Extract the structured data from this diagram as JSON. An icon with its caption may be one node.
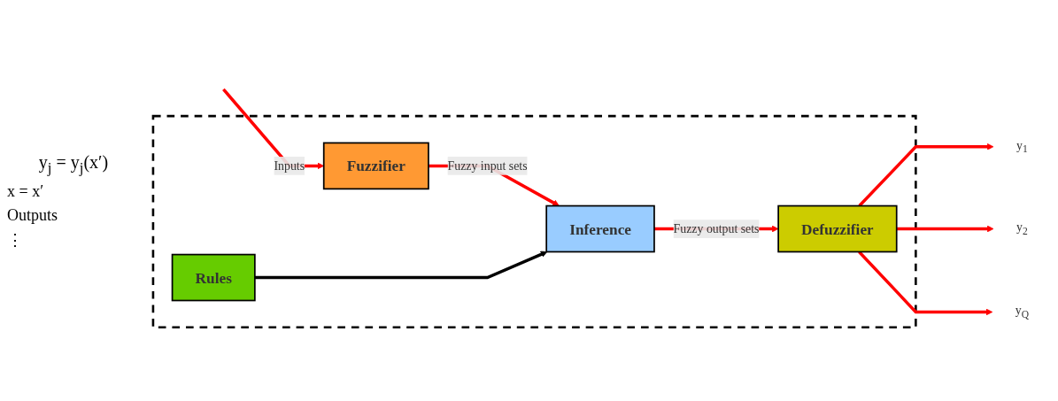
{
  "diagram": {
    "nodes": [
      {
        "text": [],
        "shape": "box",
        "beside": [
          "y$_{j}$ = y$_{j}$(x′)"
        ]
      },
      {
        "text": [
          "Rules"
        ],
        "in": 0
      },
      {
        "text": [
          "Fuzzifier"
        ],
        "in": 0
      },
      {
        "text": [
          "Defuzzifier"
        ],
        "in": 0
      },
      {
        "text": [
          "Inference"
        ],
        "in": 0
      },
      {
        "text": [
          "y$_{1}$"
        ]
      },
      {
        "text": [
          "y$_{2}$"
        ]
      },
      {
        "text": [
          "y$_{Q}$"
        ]
      }
    ],
    "edges": [
      {
        "from": null,
        "to": 2,
        "arrow": "to",
        "label": "Inputs"
      },
      {
        "from": 2,
        "to": 4,
        "arrow": "to",
        "label": "Fuzzy input sets"
      },
      {
        "from": 1,
        "to": 4,
        "arrow": "to",
        "color": "#000000"
      },
      {
        "from": 4,
        "to": 3,
        "arrow": "to",
        "label": "Fuzzy output sets"
      },
      {
        "from": 3,
        "to": 5,
        "arrow": "to"
      },
      {
        "from": 3,
        "to": 6,
        "arrow": "to"
      },
      {
        "from": 3,
        "to": 7,
        "arrow": "to"
      }
    ],
    "labels": [
      "x = x′",
      "Outputs",
      "⋮"
    ]
  }
}
